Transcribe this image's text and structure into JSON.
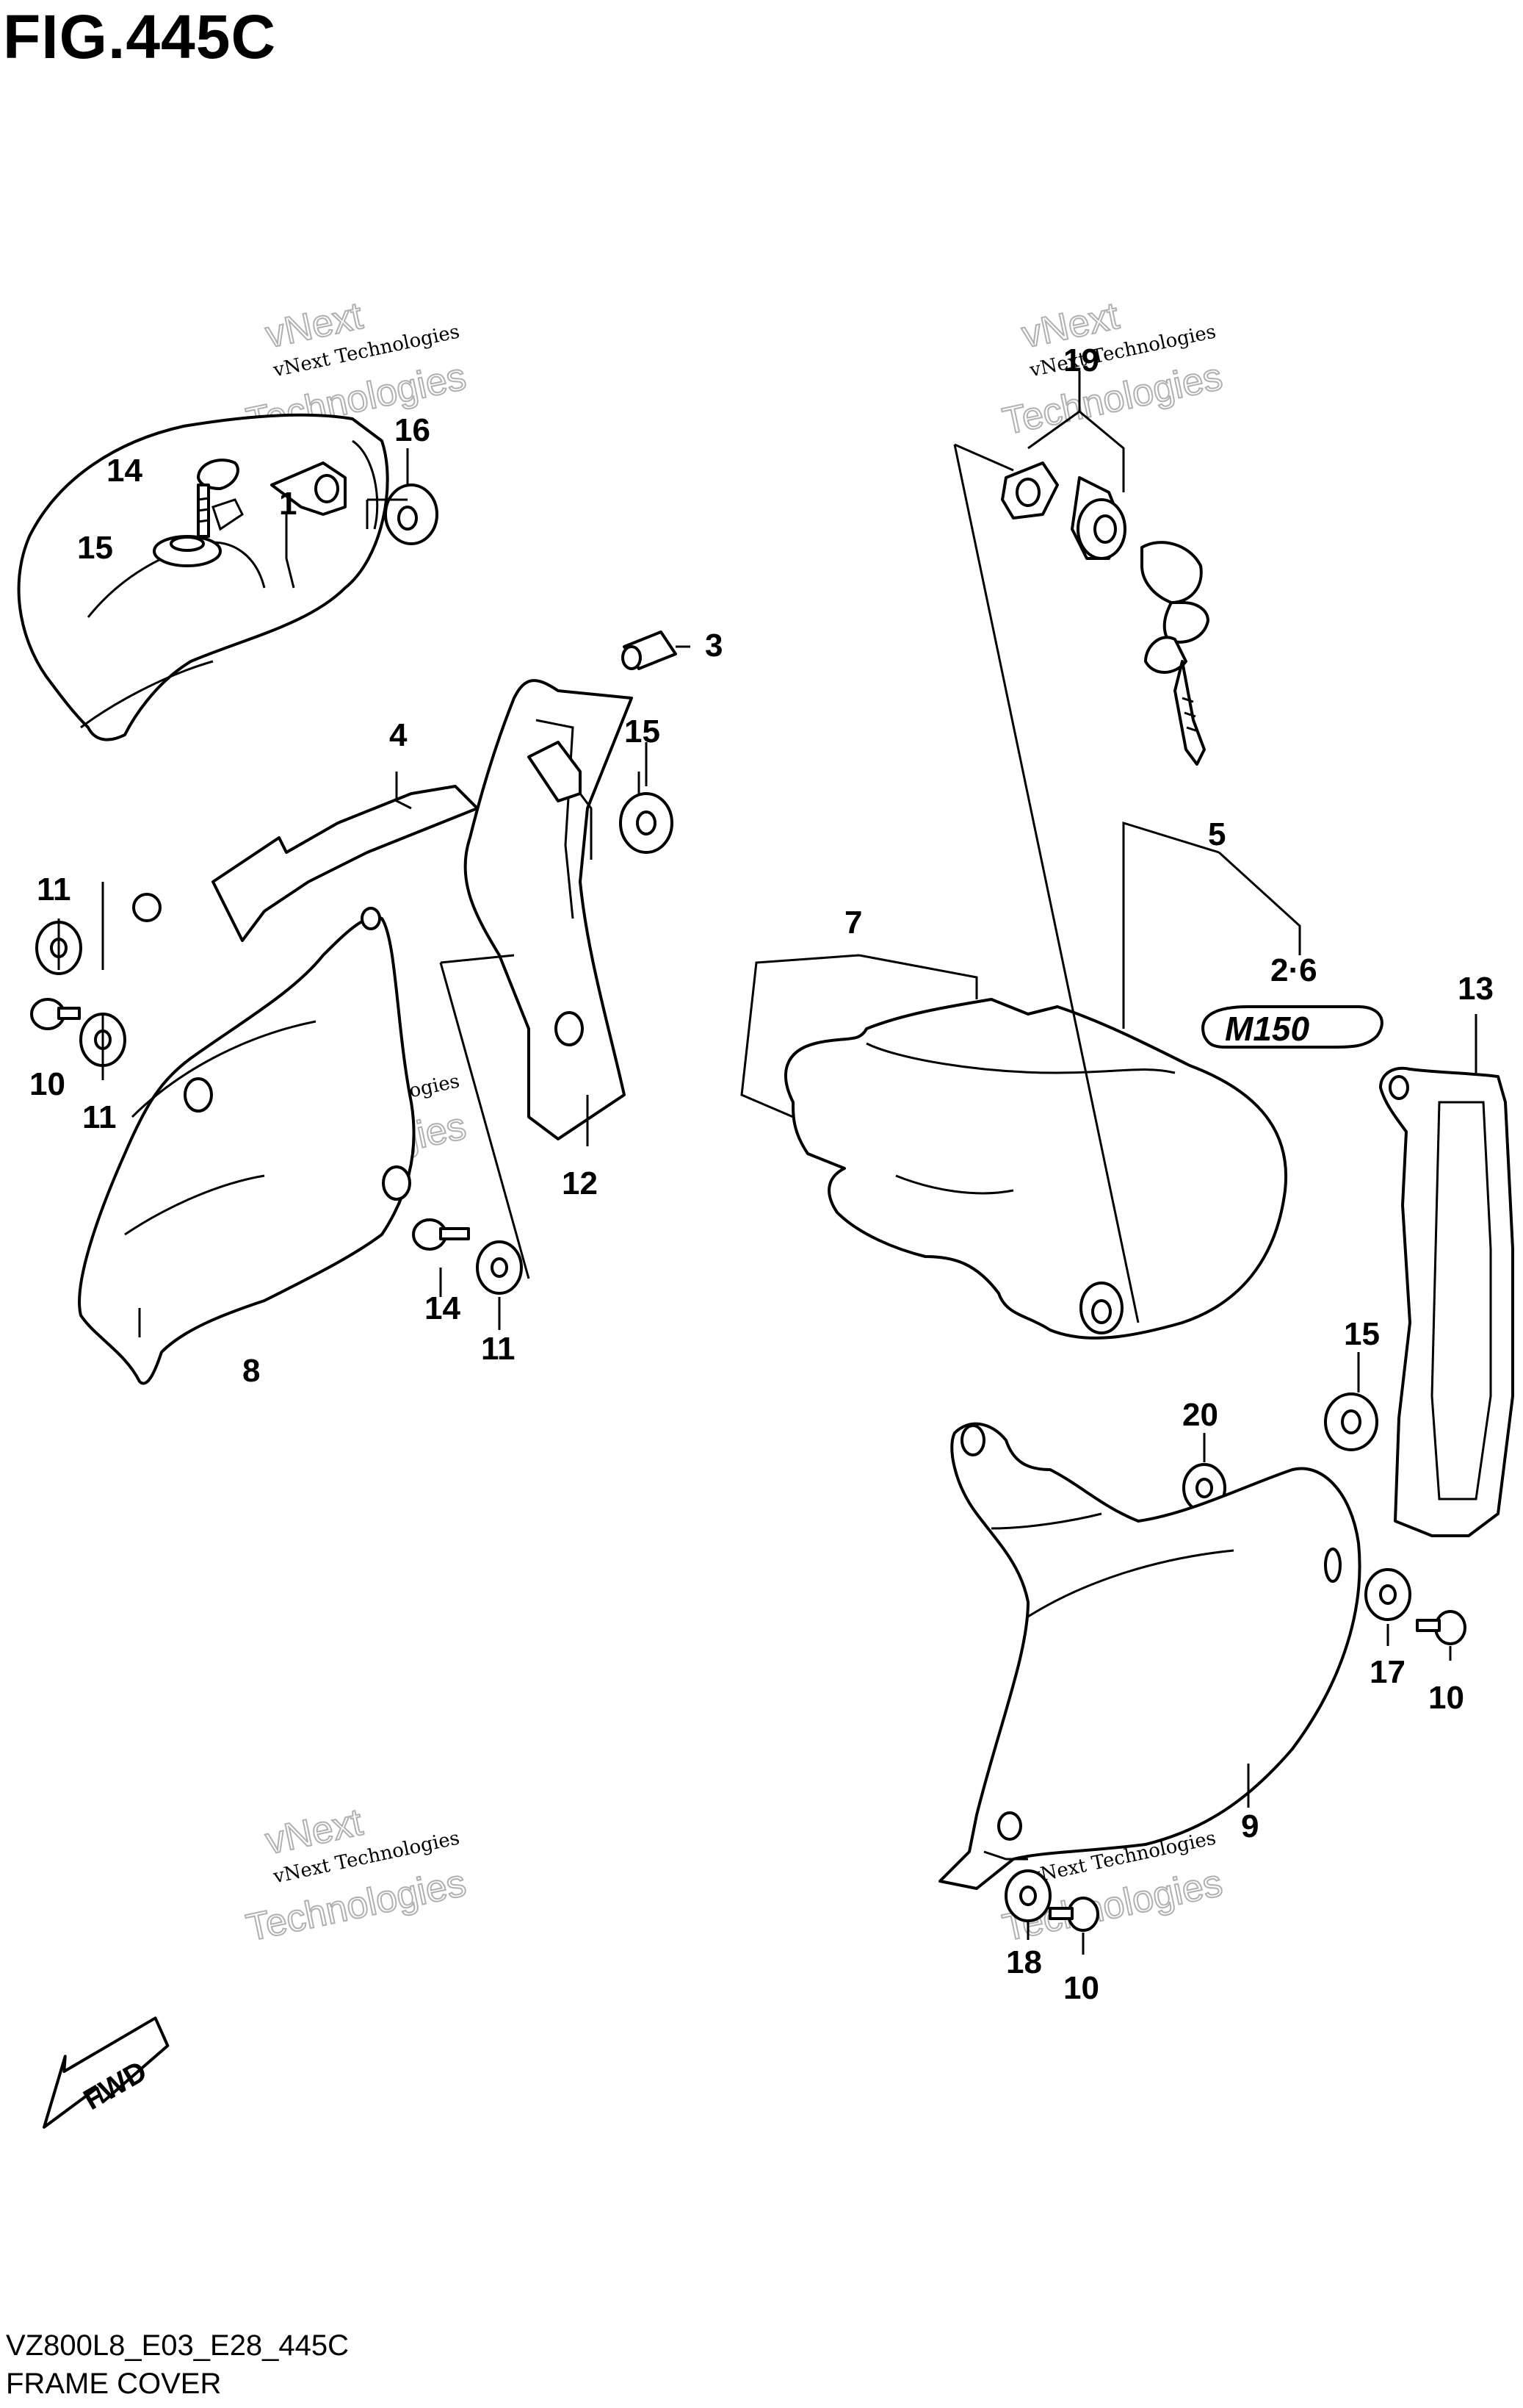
{
  "header": {
    "title": "FIG.445C"
  },
  "footer": {
    "code": "VZ800L8_E03_E28_445C",
    "name": "FRAME COVER"
  },
  "watermark": {
    "line1": "vNext",
    "line2": "vNext Technologies",
    "line3": "Technologies"
  },
  "callouts": {
    "c1": "1",
    "c3": "3",
    "c4": "4",
    "c5": "5",
    "c26": "2·6",
    "c7": "7",
    "c8": "8",
    "c9": "9",
    "c10a": "10",
    "c10b": "10",
    "c10c": "10",
    "c11a": "11",
    "c11b": "11",
    "c11c": "11",
    "c12": "12",
    "c13": "13",
    "c14a": "14",
    "c14b": "14",
    "c15a": "15",
    "c15b": "15",
    "c15c": "15",
    "c16": "16",
    "c17": "17",
    "c18": "18",
    "c19": "19",
    "c20": "20"
  },
  "emblem": {
    "text": "M150"
  },
  "fwd": {
    "text": "FWD"
  }
}
